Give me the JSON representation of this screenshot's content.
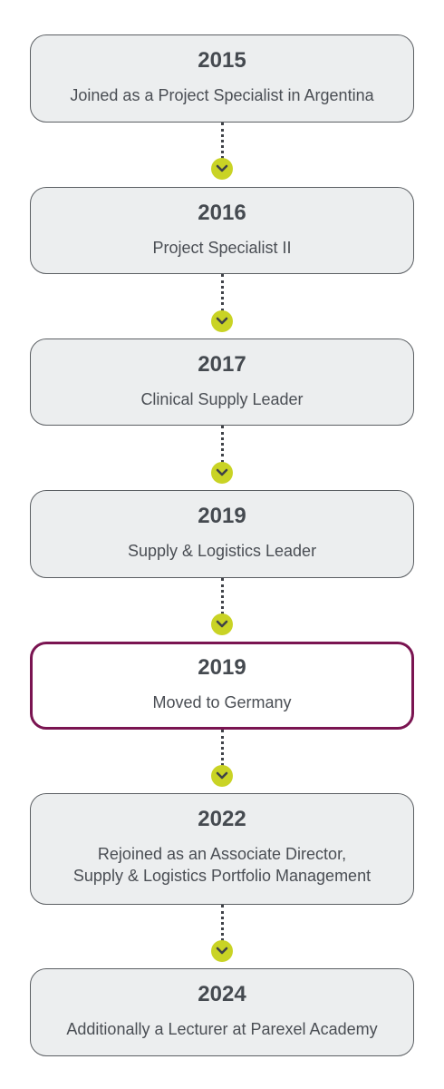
{
  "timeline": {
    "accent_color": "#c9d325",
    "highlight_color": "#7a1451",
    "entries": [
      {
        "year": "2015",
        "description": "Joined as a Project Specialist in Argentina",
        "highlighted": false
      },
      {
        "year": "2016",
        "description": "Project Specialist II",
        "highlighted": false
      },
      {
        "year": "2017",
        "description": "Clinical Supply Leader",
        "highlighted": false
      },
      {
        "year": "2019",
        "description": "Supply & Logistics Leader",
        "highlighted": false
      },
      {
        "year": "2019",
        "description": "Moved to Germany",
        "highlighted": true
      },
      {
        "year": "2022",
        "description": "Rejoined as an Associate Director,\nSupply & Logistics Portfolio Management",
        "highlighted": false
      },
      {
        "year": "2024",
        "description": "Additionally a Lecturer at Parexel Academy",
        "highlighted": false
      }
    ]
  }
}
